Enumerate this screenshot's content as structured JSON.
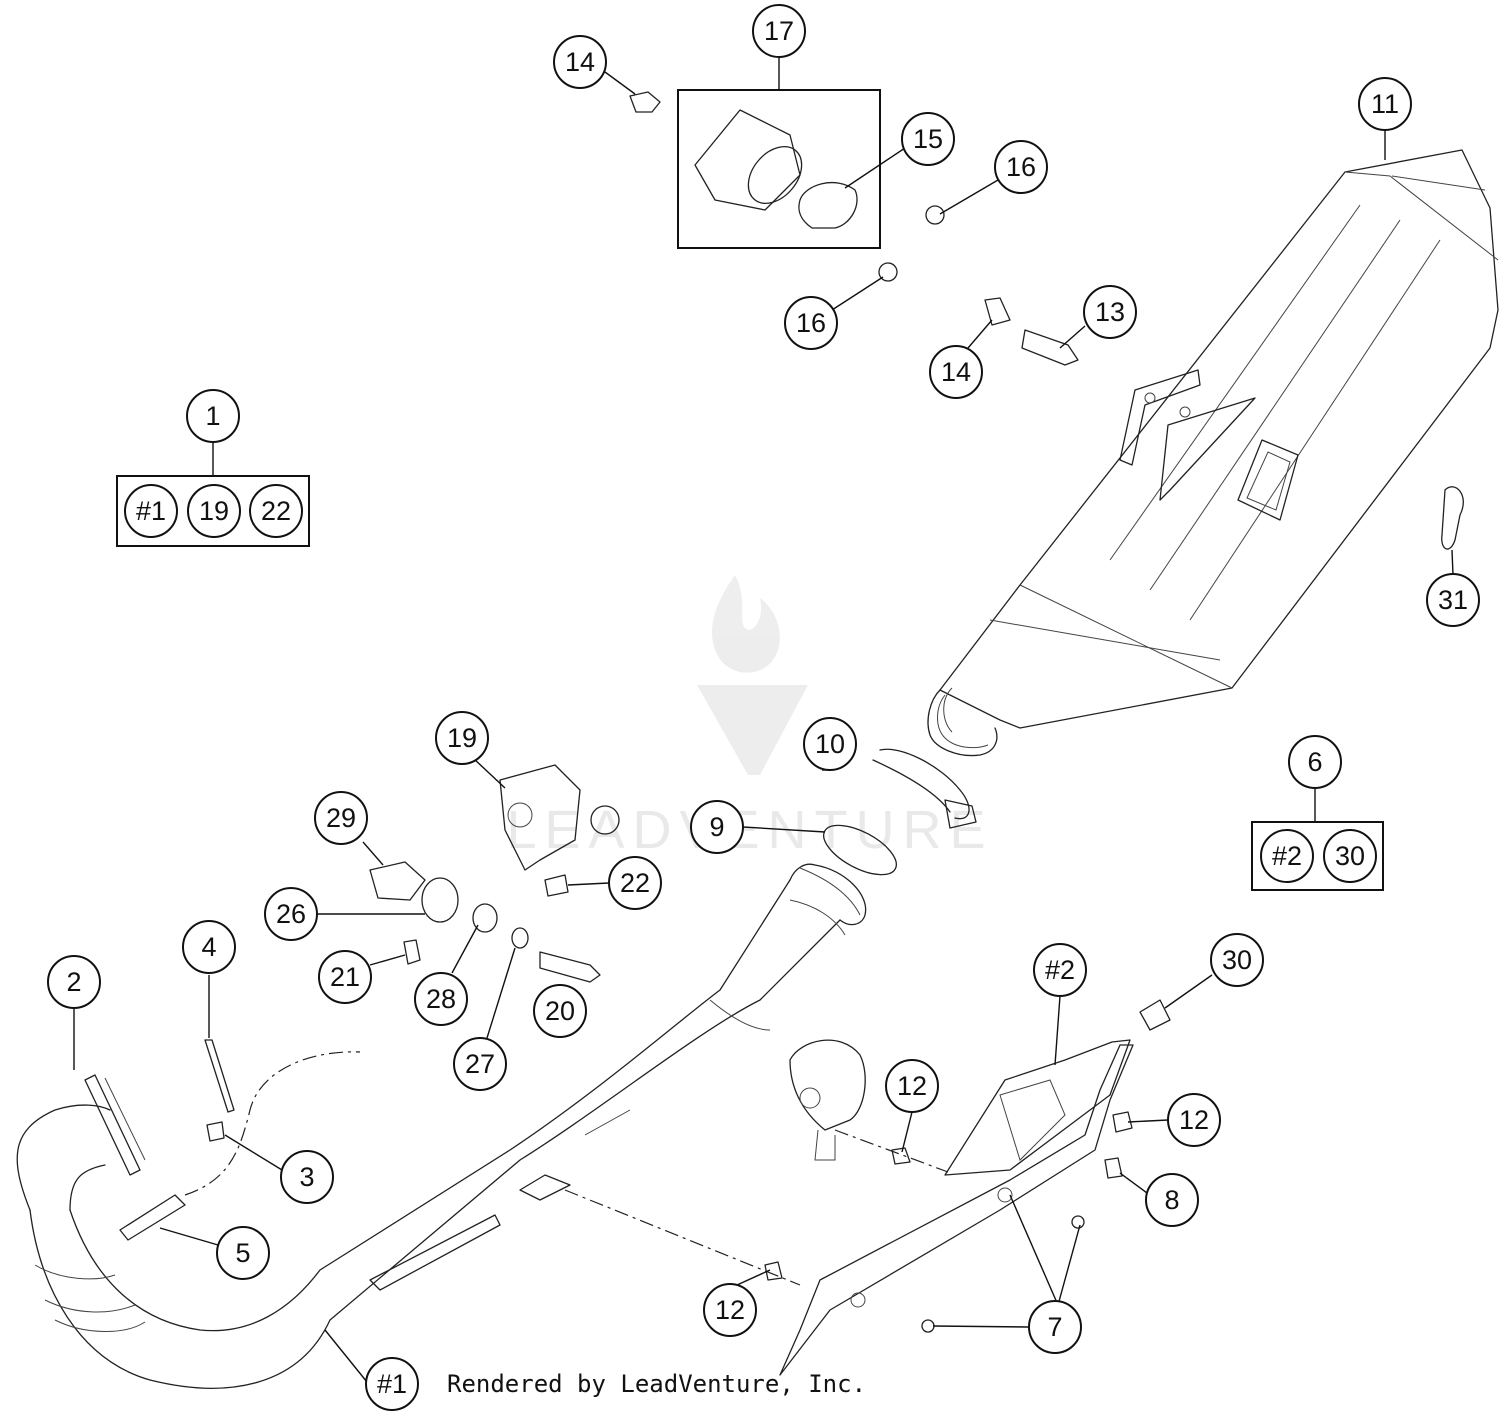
{
  "footer_text": "Rendered by LeadVenture, Inc.",
  "watermark_text": "LEADVENTURE",
  "callouts": {
    "c1": "1",
    "c2": "2",
    "c3": "3",
    "c4": "4",
    "c5": "5",
    "c6": "6",
    "c7": "7",
    "c8": "8",
    "c9": "9",
    "c10": "10",
    "c11": "11",
    "c12a": "12",
    "c12b": "12",
    "c12c": "12",
    "c13": "13",
    "c14a": "14",
    "c14b": "14",
    "c15": "15",
    "c16a": "16",
    "c16b": "16",
    "c17": "17",
    "c19": "19",
    "c20": "20",
    "c21": "21",
    "c22": "22",
    "c26": "26",
    "c27": "27",
    "c28": "28",
    "c29": "29",
    "c30": "30",
    "c31": "31",
    "h1": "#1",
    "h2": "#2"
  },
  "kits": {
    "kit1": {
      "label": "1",
      "items": [
        "#1",
        "19",
        "22"
      ]
    },
    "kit6": {
      "label": "6",
      "items": [
        "#2",
        "30"
      ]
    }
  }
}
